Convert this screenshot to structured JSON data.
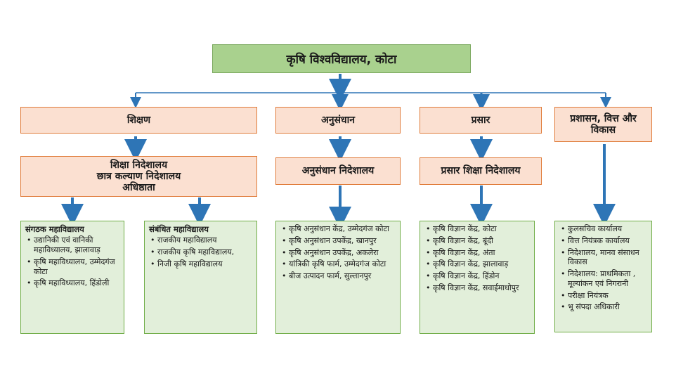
{
  "title": "कृषि विश्वविद्यालय, कोटा",
  "branches": {
    "shikshan": "शिक्षण",
    "anusandhan": "अनुसंधान",
    "prasar": "प्रसार",
    "prashasan": "प्रशासन, वित्त और विकास"
  },
  "directorates": {
    "shiksha": [
      "शिक्षा निदेशालय",
      "छात्र कल्याण निदेशालय",
      "अधिष्ठाता"
    ],
    "anusandhan": "अनुसंधान निदेशालय",
    "prasar": "प्रसार शिक्षा निदेशालय"
  },
  "lists": {
    "sangathak": {
      "heading": "संगठक महाविद्यालय",
      "items": [
        "उद्यानिकी एवं वानिकी महाविध्यालय, झालावाड़",
        "कृषि महाविध्यालय, उम्मेदगंज  कोटा",
        "कृषि महाविध्यालय, हिंडोली"
      ]
    },
    "sambandhit": {
      "heading": "संबंधित महाविद्यालय",
      "items": [
        "राजकीय महाविद्यालय",
        "राजकीय कृषि महाविद्यालय,",
        "निजी कृषि महाविद्यालय"
      ]
    },
    "anusandhan": {
      "items": [
        "कृषि अनुसंधान केंद्र, उम्मेदगंज कोटा",
        "कृषि अनुसंधान उपकेंद्र, खानपुर",
        "कृषि अनुसंधान उपकेंद्र, अकलेरा",
        " यांत्रिकी कृषि फार्म, उम्मेदगंज कोटा",
        "बीज उत्पादन फार्म, सुल्तानपुर"
      ]
    },
    "prasar": {
      "items": [
        "कृषि विज्ञान केंद्र, कोटा",
        "कृषि विज्ञान केंद्र, बूंदी",
        "कृषि विज्ञान केंद्र, अंता",
        "कृषि विज्ञान केंद्र, झालावाड़",
        "कृषि विज्ञान केंद्र, हिंडोन",
        "कृषि विज्ञान केंद्र, सवाईमाधोपुर"
      ]
    },
    "prashasan": {
      "items": [
        "कुलसचिव कार्यालय",
        "वित्त नियंत्रक कार्यालय",
        "निदेशालय, मानव संसाधन विकास",
        "निदेशालय: प्राथमिकता , मूल्यांकन एवं निगरानी",
        "परीक्षा नियंत्रक",
        "भू संपदा अधिकारी"
      ]
    }
  },
  "colors": {
    "green_header": "#a9d18e",
    "peach": "#fbe0d1",
    "orange_border": "#e07b39",
    "light_green": "#e2efda",
    "green_border": "#70ad47",
    "arrow_blue": "#2e75b6"
  }
}
